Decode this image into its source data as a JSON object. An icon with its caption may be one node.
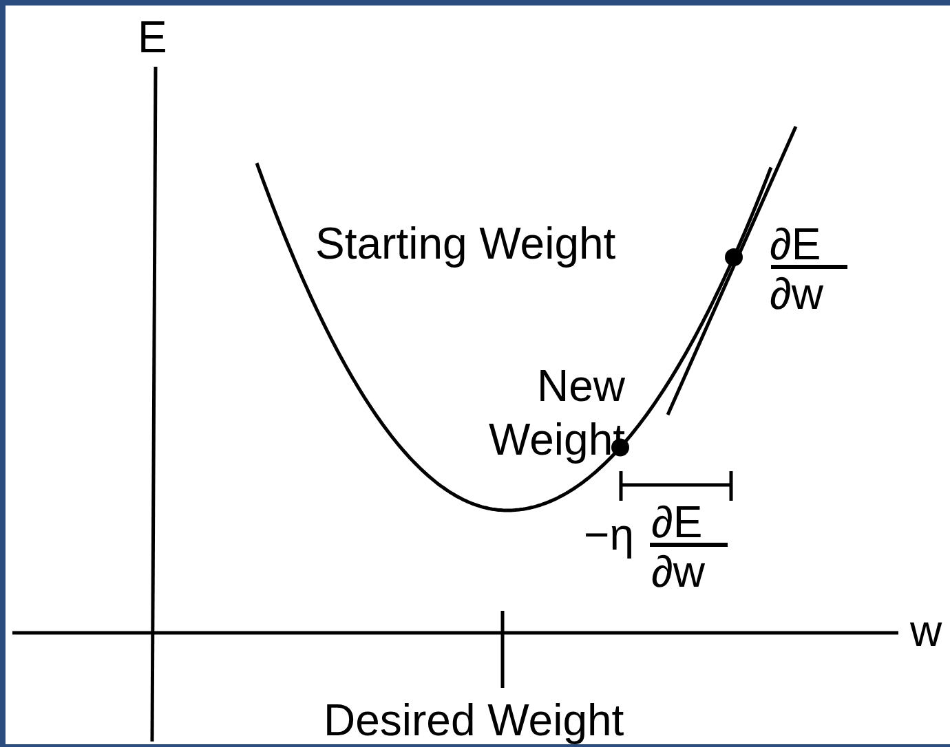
{
  "diagram": {
    "labels": [
      "E",
      "Starting Weight",
      "∂E",
      "∂w",
      "New Weight",
      "−η",
      "∂E",
      "∂w",
      "w",
      "Desired Weight"
    ]
  }
}
